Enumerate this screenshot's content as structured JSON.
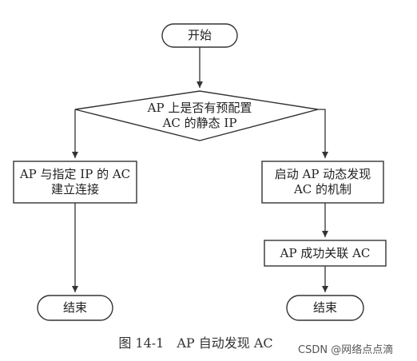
{
  "diagram": {
    "start": "开始",
    "decision": {
      "line1": "AP 上是否有预配置",
      "line2": "AC 的静态 IP"
    },
    "left_action": {
      "line1": "AP 与指定 IP 的 AC",
      "line2": "建立连接"
    },
    "right_action": {
      "line1": "启动 AP 动态发现",
      "line2": "AC 的机制"
    },
    "associate": "AP 成功关联 AC",
    "end_left": "结束",
    "end_right": "结束"
  },
  "caption": "图 14-1　AP 自动发现 AC",
  "watermark": "CSDN @网络点点滴"
}
